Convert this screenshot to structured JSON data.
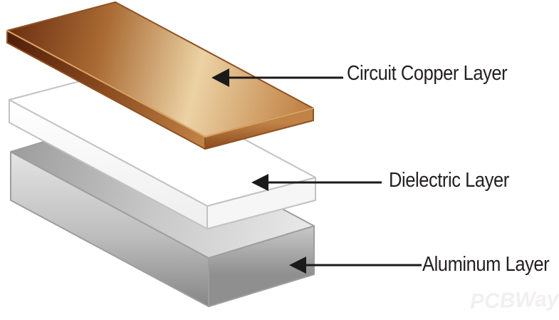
{
  "diagram": {
    "labels": {
      "copper": "Circuit Copper Layer",
      "dielectric": "Dielectric Layer",
      "aluminum": "Aluminum Layer"
    },
    "watermark": "PCBWay",
    "colors": {
      "background": "#ffffff",
      "label_text": "#231f20",
      "arrow": "#1a1a1a",
      "copper_dark": "#6b2f11",
      "copper_mid": "#a96a33",
      "copper_light": "#ecd2a4",
      "copper_tip": "#bd7c3e",
      "copper_shadow": "#4f1d0a",
      "copper_front_mid": "#8a4a1e",
      "copper_front_light": "#c08245",
      "copper_outline": "#8f5223",
      "copper_bevel": "#d9a468",
      "dielectric_fill": "#ffffff",
      "dielectric_shade": "#eeeeee",
      "dielectric_end": "#f6f6f6",
      "dielectric_outline": "#c2c2c2",
      "aluminum_top_dark": "#9c9c9c",
      "aluminum_mid": "#c9c9c9",
      "aluminum_light": "#e9e9e9",
      "aluminum_front_light": "#e4e4e4",
      "aluminum_front_mid": "#bdbdbd",
      "aluminum_dark": "#868686",
      "aluminum_end_dark": "#8f8f8f",
      "aluminum_cap_dark": "#9a9a9a",
      "aluminum_outline": "#9e9e9e"
    }
  }
}
